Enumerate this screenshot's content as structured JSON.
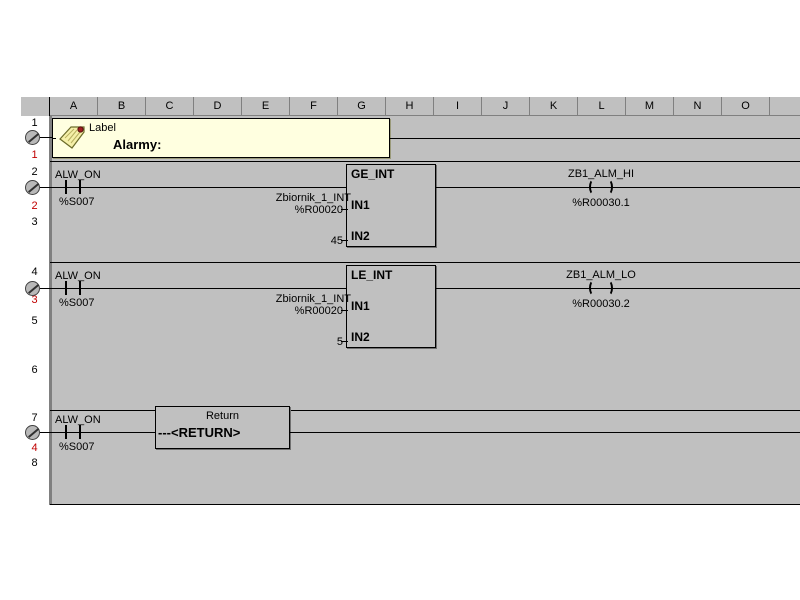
{
  "columns": [
    "A",
    "B",
    "C",
    "D",
    "E",
    "F",
    "G",
    "H",
    "I",
    "J",
    "K",
    "L",
    "M",
    "N",
    "O"
  ],
  "row_numbers": [
    "1",
    "2",
    "3",
    "4",
    "5",
    "6",
    "7",
    "8"
  ],
  "rung_numbers": [
    "1",
    "2",
    "3",
    "4"
  ],
  "label_box": {
    "caption": "Label",
    "text": "Alarmy:",
    "icon": "tag-icon",
    "bg_color": "#ffffe0"
  },
  "rungs": [
    {
      "rung_number": "1",
      "row_number": "1",
      "type": "label-comment",
      "marker_icon": "rung-disabled-icon"
    },
    {
      "rung_number": "2",
      "row_number": "2",
      "type": "compare",
      "marker_icon": "rung-disabled-icon",
      "contact": {
        "name": "ALW_ON",
        "address": "%S007",
        "kind": "normally-open-contact"
      },
      "block": {
        "title": "GE_INT",
        "inputs": [
          {
            "pin": "IN1",
            "var_name": "Zbiornik_1_INT",
            "address": "%R00020"
          },
          {
            "pin": "IN2",
            "value": "45"
          }
        ]
      },
      "coil": {
        "name": "ZB1_ALM_HI",
        "address": "%R00030.1",
        "kind": "normal-coil"
      }
    },
    {
      "rung_number": "3",
      "row_number": "4",
      "type": "compare",
      "marker_icon": "rung-disabled-icon",
      "contact": {
        "name": "ALW_ON",
        "address": "%S007",
        "kind": "normally-open-contact"
      },
      "block": {
        "title": "LE_INT",
        "inputs": [
          {
            "pin": "IN1",
            "var_name": "Zbiornik_1_INT",
            "address": "%R00020"
          },
          {
            "pin": "IN2",
            "value": "5"
          }
        ]
      },
      "coil": {
        "name": "ZB1_ALM_LO",
        "address": "%R00030.2",
        "kind": "normal-coil"
      }
    },
    {
      "rung_number": "4",
      "row_number": "7",
      "type": "return",
      "marker_icon": "rung-disabled-icon",
      "contact": {
        "name": "ALW_ON",
        "address": "%S007",
        "kind": "normally-open-contact"
      },
      "block": {
        "title": "Return",
        "body": "---<RETURN>"
      }
    }
  ],
  "colors": {
    "canvas": "#c0c0c0",
    "gutter": "#ffffff",
    "rung_number": "#c00000",
    "row_number": "#000000",
    "wire": "#000000",
    "label_box": "#ffffe0"
  }
}
